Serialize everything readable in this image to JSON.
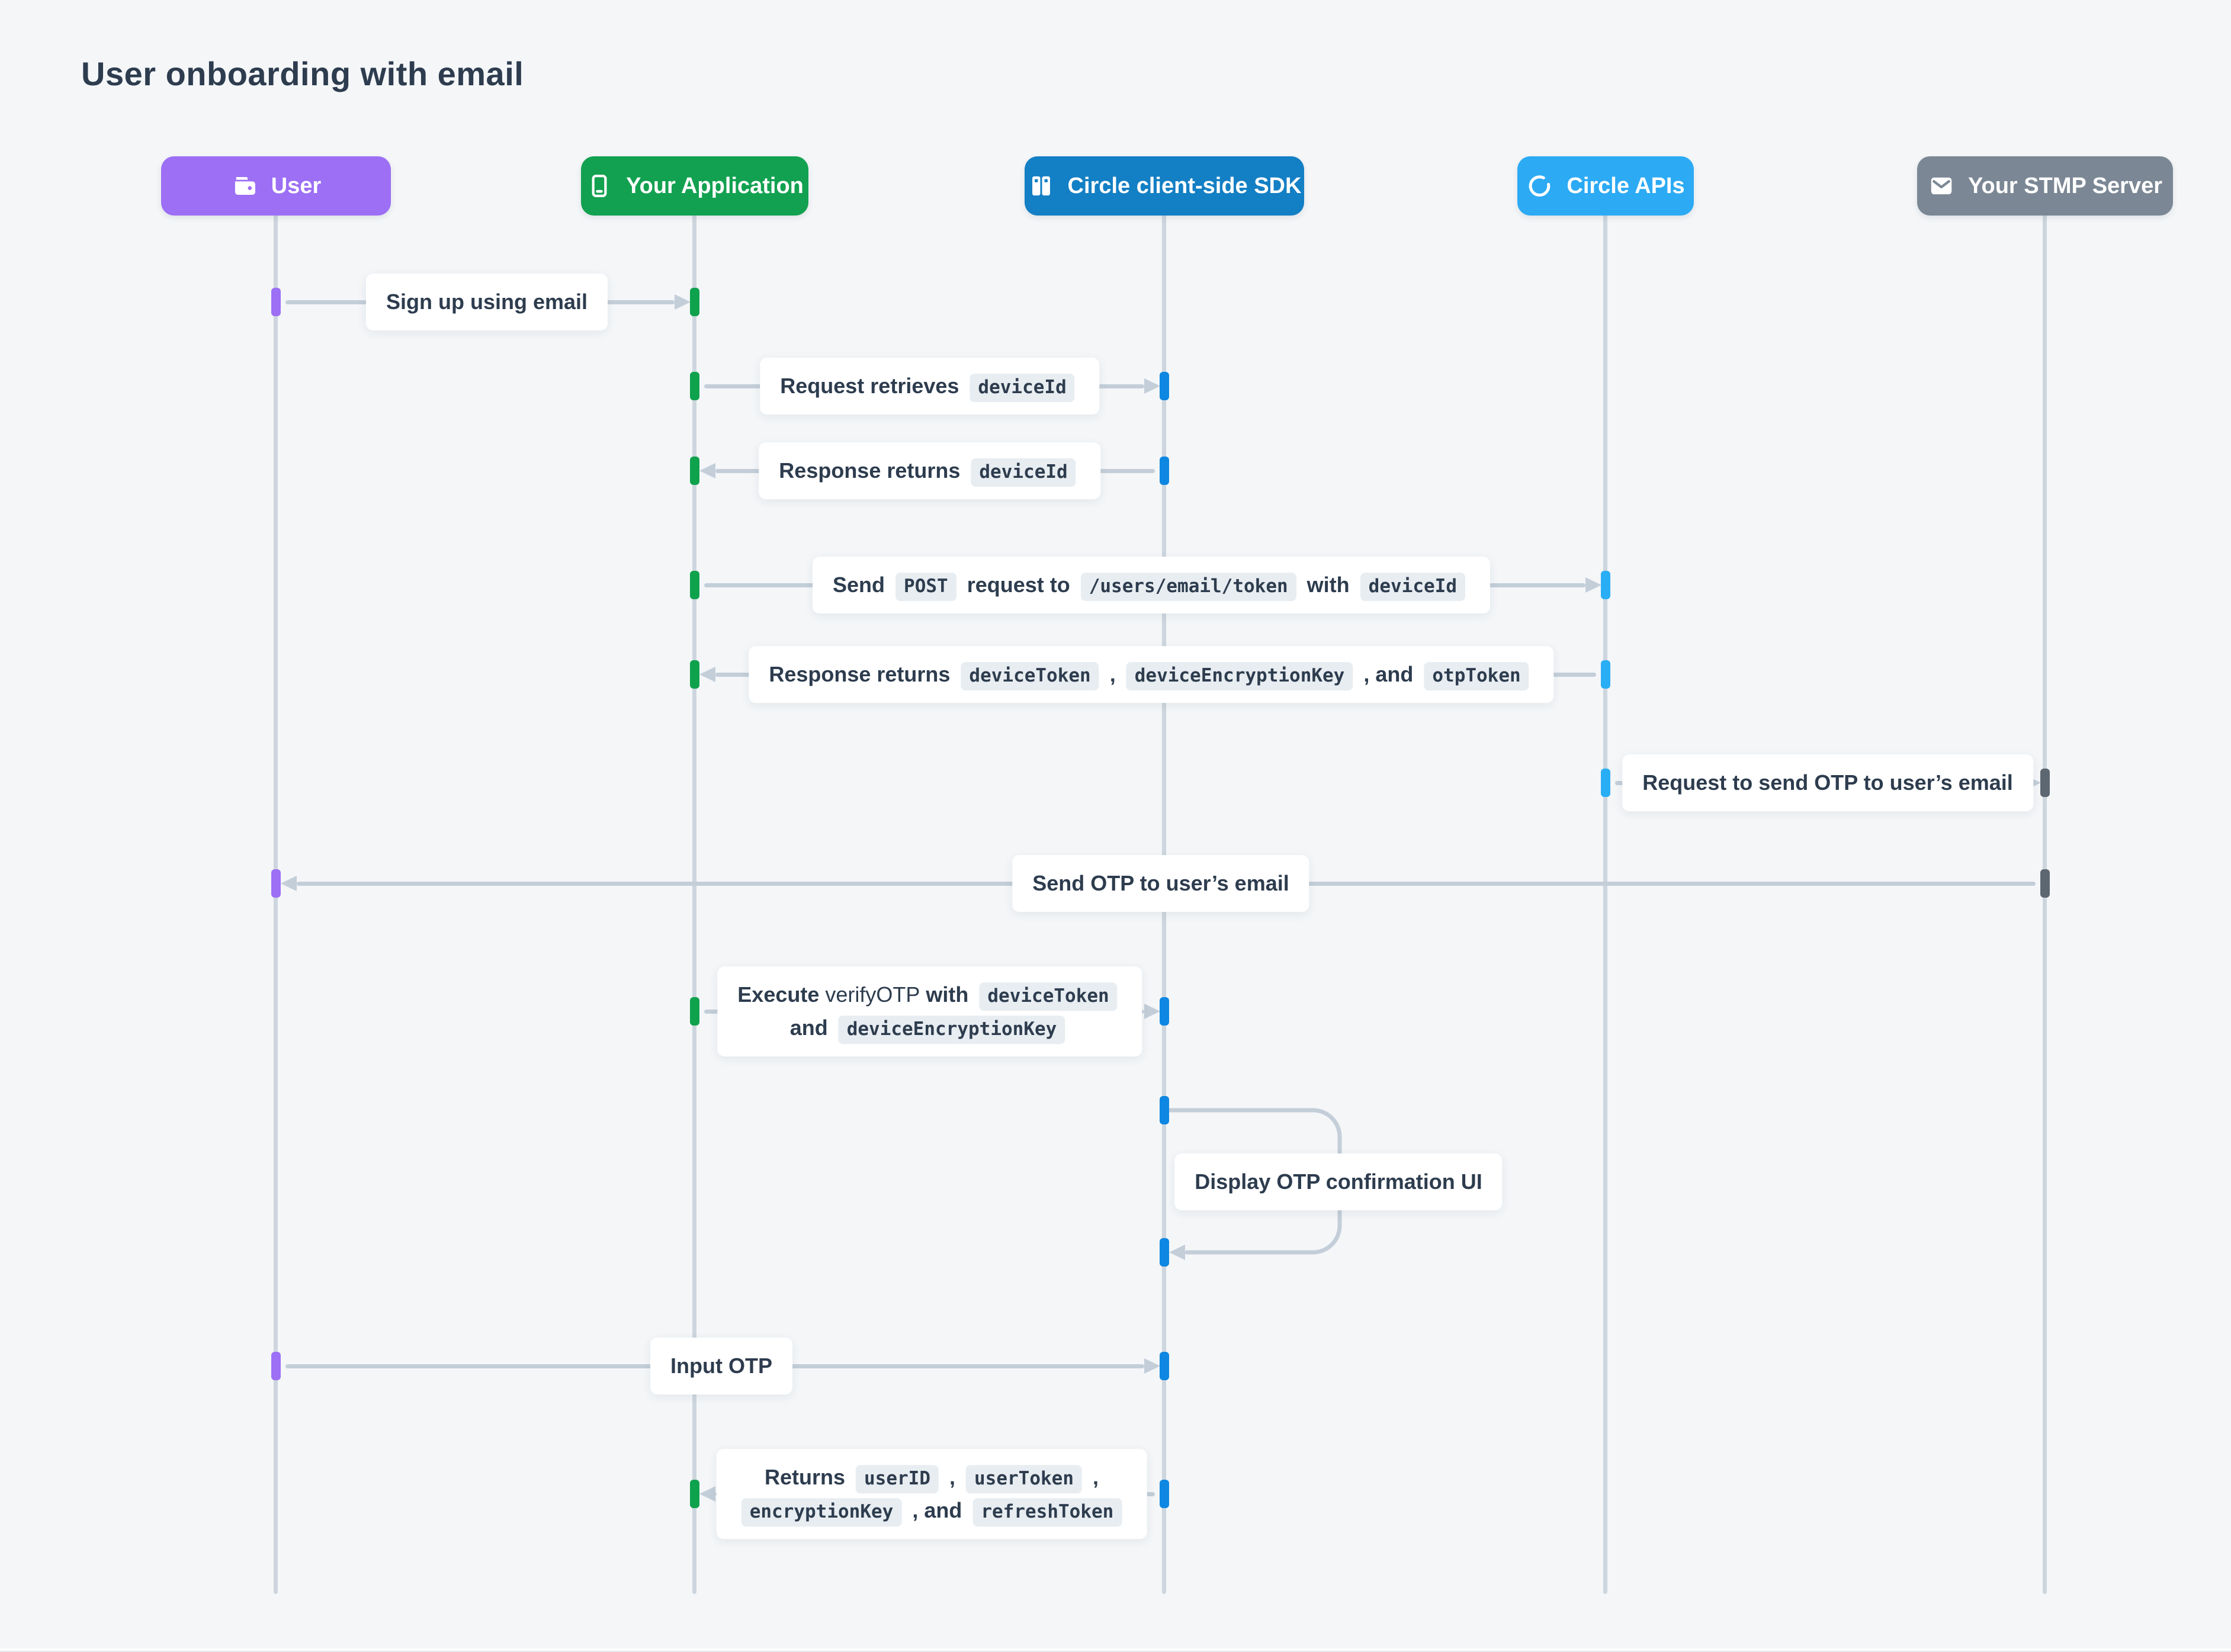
{
  "diagram_type": "sequence",
  "title": "User onboarding with email",
  "colors": {
    "background": "#f4f6f8",
    "title_text": "#2d3c4e",
    "label_background": "#ffffff",
    "label_text": "#2d3c4e",
    "code_chip_background": "#e8edf1",
    "lifeline": "#cdd6de",
    "arrow": "#c3ced9"
  },
  "actors": [
    {
      "label": "User",
      "icon": "wallet-icon",
      "color": "#9c6ff5",
      "bar_color": "#9c6ff5"
    },
    {
      "label": "Your Application",
      "icon": "smartphone-icon",
      "color": "#12a150",
      "bar_color": "#0fa24d"
    },
    {
      "label": "Circle client-side SDK",
      "icon": "cabinets-icon",
      "color": "#137fc4",
      "bar_color": "#0d87e2"
    },
    {
      "label": "Circle APIs",
      "icon": "circle-arc-icon",
      "color": "#2caaf4",
      "bar_color": "#29aef5"
    },
    {
      "label": "Your STMP Server",
      "icon": "envelope-icon",
      "color": "#7b8794",
      "bar_color": "#5d6771"
    }
  ],
  "messages": [
    {
      "from": "User",
      "to": "Your Application",
      "direction": "right",
      "segments": [
        {
          "t": "text",
          "v": "Sign up using email"
        }
      ]
    },
    {
      "from": "Your Application",
      "to": "Circle client-side SDK",
      "direction": "right",
      "segments": [
        {
          "t": "text",
          "v": "Request retrieves "
        },
        {
          "t": "code",
          "v": "deviceId"
        }
      ]
    },
    {
      "from": "Circle client-side SDK",
      "to": "Your Application",
      "direction": "left",
      "segments": [
        {
          "t": "text",
          "v": "Response returns "
        },
        {
          "t": "code",
          "v": "deviceId"
        }
      ]
    },
    {
      "from": "Your Application",
      "to": "Circle APIs",
      "direction": "right",
      "segments": [
        {
          "t": "text",
          "v": "Send "
        },
        {
          "t": "code",
          "v": "POST"
        },
        {
          "t": "text",
          "v": " request to "
        },
        {
          "t": "code",
          "v": "/users/email/token"
        },
        {
          "t": "text",
          "v": " with "
        },
        {
          "t": "code",
          "v": "deviceId"
        }
      ]
    },
    {
      "from": "Circle APIs",
      "to": "Your Application",
      "direction": "left",
      "segments": [
        {
          "t": "text",
          "v": "Response returns "
        },
        {
          "t": "code",
          "v": "deviceToken"
        },
        {
          "t": "text",
          "v": " , "
        },
        {
          "t": "code",
          "v": "deviceEncryptionKey"
        },
        {
          "t": "text",
          "v": " , and "
        },
        {
          "t": "code",
          "v": "otpToken"
        }
      ]
    },
    {
      "from": "Circle APIs",
      "to": "Your STMP Server",
      "direction": "right",
      "segments": [
        {
          "t": "text",
          "v": "Request to send OTP to user’s email"
        }
      ]
    },
    {
      "from": "Your STMP Server",
      "to": "User",
      "direction": "left",
      "segments": [
        {
          "t": "text",
          "v": "Send OTP to user’s email"
        }
      ]
    },
    {
      "from": "Your Application",
      "to": "Circle client-side SDK",
      "direction": "right",
      "segments": [
        {
          "t": "text",
          "v": "Execute "
        },
        {
          "t": "plain",
          "v": "verifyOTP"
        },
        {
          "t": "text",
          "v": " with "
        },
        {
          "t": "code",
          "v": "deviceToken"
        },
        {
          "t": "br"
        },
        {
          "t": "text",
          "v": "and "
        },
        {
          "t": "code",
          "v": "deviceEncryptionKey"
        }
      ]
    },
    {
      "from": "Circle client-side SDK",
      "to": "Circle client-side SDK",
      "direction": "self",
      "segments": [
        {
          "t": "text",
          "v": "Display OTP confirmation UI"
        }
      ]
    },
    {
      "from": "User",
      "to": "Circle client-side SDK",
      "direction": "right",
      "segments": [
        {
          "t": "text",
          "v": "Input OTP"
        }
      ]
    },
    {
      "from": "Circle client-side SDK",
      "to": "Your Application",
      "direction": "left",
      "segments": [
        {
          "t": "text",
          "v": "Returns "
        },
        {
          "t": "code",
          "v": "userID"
        },
        {
          "t": "text",
          "v": " , "
        },
        {
          "t": "code",
          "v": "userToken"
        },
        {
          "t": "text",
          "v": " ,"
        },
        {
          "t": "br"
        },
        {
          "t": "code",
          "v": "encryptionKey"
        },
        {
          "t": "text",
          "v": " , and "
        },
        {
          "t": "code",
          "v": "refreshToken"
        }
      ]
    }
  ]
}
